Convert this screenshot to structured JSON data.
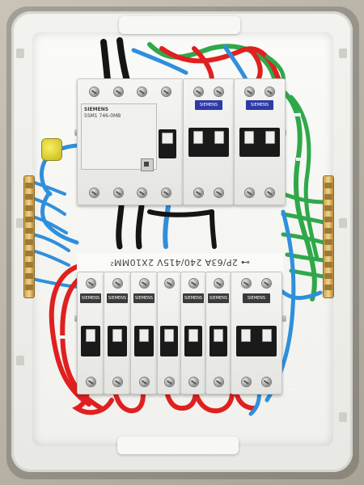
{
  "photo": {
    "subject": "electrical distribution board",
    "colors": {
      "wall": "#bdb7ab",
      "enclosure": "#ececea",
      "breaker_body": "#f0f0ee",
      "lever_housing": "#1a1a1a",
      "wire_red": "#e02020",
      "wire_blue": "#2f8fdc",
      "wire_green": "#2fa84a",
      "wire_black": "#151515",
      "neutral_bar": "#d8b25a",
      "brand_badge": "#2e3aa6"
    }
  },
  "labels": {
    "rcd_brand": "SIEMENS",
    "rcd_model": "5SM1 746-0MB",
    "top_mcb_1_brand": "SIEMENS",
    "top_mcb_2_brand": "SIEMENS",
    "bottom_strip_text": "⊶ 2P/63A 240/415V 2X10MM²",
    "bottom_mcb_brand": "SIEMENS"
  }
}
